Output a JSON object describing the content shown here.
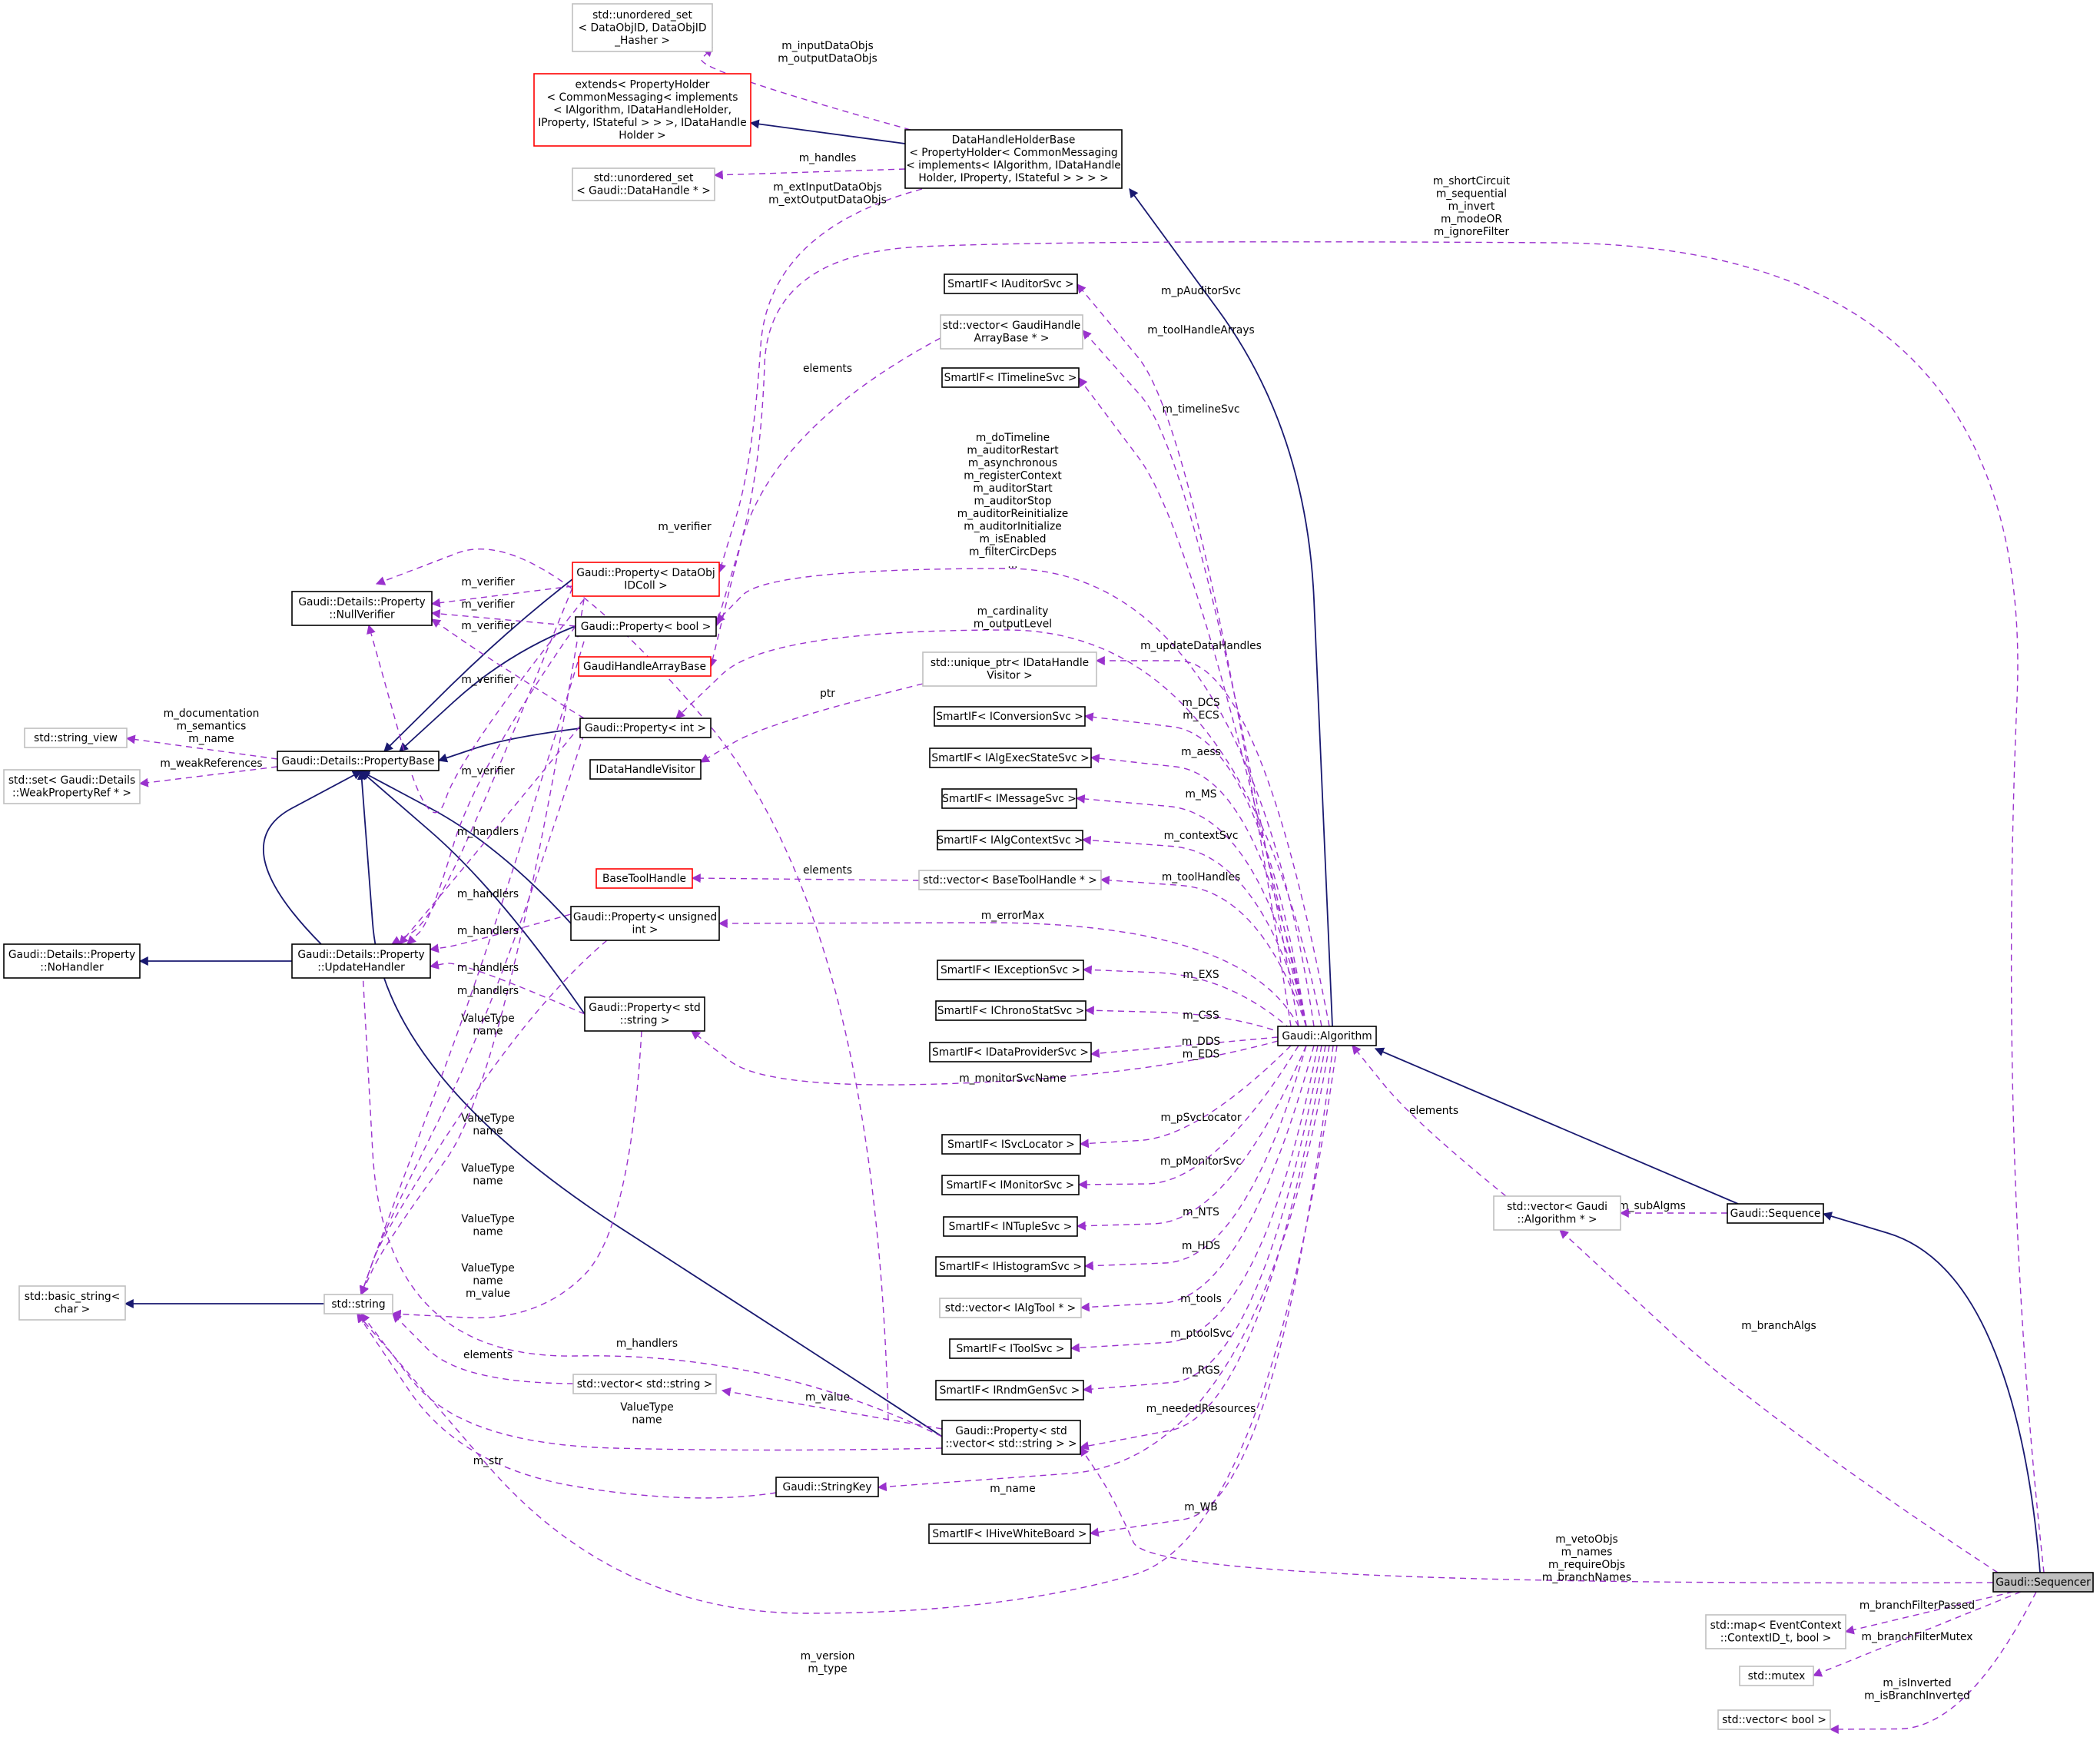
{
  "diagram": {
    "type": "doxygen-collaboration-graph",
    "colors": {
      "inheritance_edge": "#191970",
      "usage_edge": "#9a32cd",
      "node_border": "#000000",
      "external_node_border": "#bfbfbf",
      "truncated_node_border": "#ff0000",
      "highlight_fill": "#bfbfbf"
    },
    "nodes": [
      {
        "id": "sequencer",
        "style": "hl",
        "lines": [
          "Gaudi::Sequencer"
        ]
      },
      {
        "id": "sequence",
        "style": "normal",
        "lines": [
          "Gaudi::Sequence"
        ]
      },
      {
        "id": "algorithm",
        "style": "normal",
        "lines": [
          "Gaudi::Algorithm"
        ]
      },
      {
        "id": "dhhb",
        "style": "normal",
        "lines": [
          "DataHandleHolderBase",
          "< PropertyHolder< CommonMessaging",
          "< implements< IAlgorithm, IDataHandle",
          "Holder, IProperty, IStateful > > > >"
        ]
      },
      {
        "id": "extends",
        "style": "red",
        "lines": [
          "extends< PropertyHolder",
          "< CommonMessaging< implements",
          "< IAlgorithm, IDataHandleHolder,",
          "IProperty, IStateful > > >, IDataHandle",
          "Holder >"
        ]
      },
      {
        "id": "uset_dataobj",
        "style": "grey",
        "lines": [
          "std::unordered_set",
          "< DataObjID, DataObjID",
          "_Hasher >"
        ]
      },
      {
        "id": "uset_handle",
        "style": "grey",
        "lines": [
          "std::unordered_set",
          "< Gaudi::DataHandle * >"
        ]
      },
      {
        "id": "si_auditor",
        "style": "normal",
        "lines": [
          "SmartIF< IAuditorSvc >"
        ]
      },
      {
        "id": "vec_gha",
        "style": "grey",
        "lines": [
          "std::vector< GaudiHandle",
          "ArrayBase * >"
        ]
      },
      {
        "id": "si_timeline",
        "style": "normal",
        "lines": [
          "SmartIF< ITimelineSvc >"
        ]
      },
      {
        "id": "uptr_visitor",
        "style": "grey",
        "lines": [
          "std::unique_ptr< IDataHandle",
          "Visitor >"
        ]
      },
      {
        "id": "si_conversion",
        "style": "normal",
        "lines": [
          "SmartIF< IConversionSvc >"
        ]
      },
      {
        "id": "si_algexec",
        "style": "normal",
        "lines": [
          "SmartIF< IAlgExecStateSvc >"
        ]
      },
      {
        "id": "si_message",
        "style": "normal",
        "lines": [
          "SmartIF< IMessageSvc >"
        ]
      },
      {
        "id": "si_algcontext",
        "style": "normal",
        "lines": [
          "SmartIF< IAlgContextSvc >"
        ]
      },
      {
        "id": "vec_bth",
        "style": "grey",
        "lines": [
          "std::vector< BaseToolHandle * >"
        ]
      },
      {
        "id": "si_exception",
        "style": "normal",
        "lines": [
          "SmartIF< IExceptionSvc >"
        ]
      },
      {
        "id": "si_chrono",
        "style": "normal",
        "lines": [
          "SmartIF< IChronoStatSvc >"
        ]
      },
      {
        "id": "si_dataprov",
        "style": "normal",
        "lines": [
          "SmartIF< IDataProviderSvc >"
        ]
      },
      {
        "id": "si_svcloc",
        "style": "normal",
        "lines": [
          "SmartIF< ISvcLocator >"
        ]
      },
      {
        "id": "si_monitor",
        "style": "normal",
        "lines": [
          "SmartIF< IMonitorSvc >"
        ]
      },
      {
        "id": "si_ntuple",
        "style": "normal",
        "lines": [
          "SmartIF< INTupleSvc >"
        ]
      },
      {
        "id": "si_histogram",
        "style": "normal",
        "lines": [
          "SmartIF< IHistogramSvc >"
        ]
      },
      {
        "id": "vec_algtool",
        "style": "grey",
        "lines": [
          "std::vector< IAlgTool * >"
        ]
      },
      {
        "id": "si_toolsvc",
        "style": "normal",
        "lines": [
          "SmartIF< IToolSvc >"
        ]
      },
      {
        "id": "si_rndm",
        "style": "normal",
        "lines": [
          "SmartIF< IRndmGenSvc >"
        ]
      },
      {
        "id": "prop_vecstr",
        "style": "normal",
        "lines": [
          "Gaudi::Property< std",
          "::vector< std::string > >"
        ]
      },
      {
        "id": "stringkey",
        "style": "normal",
        "lines": [
          "Gaudi::StringKey"
        ]
      },
      {
        "id": "si_hivewb",
        "style": "normal",
        "lines": [
          "SmartIF< IHiveWhiteBoard >"
        ]
      },
      {
        "id": "vec_alg",
        "style": "grey",
        "lines": [
          "std::vector< Gaudi",
          "::Algorithm * >"
        ]
      },
      {
        "id": "map_ctx",
        "style": "grey",
        "lines": [
          "std::map< EventContext",
          "::ContextID_t, bool >"
        ]
      },
      {
        "id": "mutex",
        "style": "grey",
        "lines": [
          "std::mutex"
        ]
      },
      {
        "id": "vec_bool",
        "style": "grey",
        "lines": [
          "std::vector< bool >"
        ]
      },
      {
        "id": "prop_dataobj",
        "style": "red",
        "lines": [
          "Gaudi::Property< DataObj",
          "IDColl >"
        ]
      },
      {
        "id": "prop_bool",
        "style": "normal",
        "lines": [
          "Gaudi::Property< bool >"
        ]
      },
      {
        "id": "gha_base",
        "style": "red",
        "lines": [
          "GaudiHandleArrayBase"
        ]
      },
      {
        "id": "prop_int",
        "style": "normal",
        "lines": [
          "Gaudi::Property< int >"
        ]
      },
      {
        "id": "idhvisitor",
        "style": "normal",
        "lines": [
          "IDataHandleVisitor"
        ]
      },
      {
        "id": "basetoolhandle",
        "style": "red",
        "lines": [
          "BaseToolHandle"
        ]
      },
      {
        "id": "prop_uint",
        "style": "normal",
        "lines": [
          "Gaudi::Property< unsigned",
          "int >"
        ]
      },
      {
        "id": "prop_str",
        "style": "normal",
        "lines": [
          "Gaudi::Property< std",
          "::string >"
        ]
      },
      {
        "id": "vec_string",
        "style": "grey",
        "lines": [
          "std::vector< std::string >"
        ]
      },
      {
        "id": "nullverifier",
        "style": "normal",
        "lines": [
          "Gaudi::Details::Property",
          "::NullVerifier"
        ]
      },
      {
        "id": "propbase",
        "style": "normal",
        "lines": [
          "Gaudi::Details::PropertyBase"
        ]
      },
      {
        "id": "string_view",
        "style": "grey",
        "lines": [
          "std::string_view"
        ]
      },
      {
        "id": "set_weak",
        "style": "grey",
        "lines": [
          "std::set< Gaudi::Details",
          "::WeakPropertyRef * >"
        ]
      },
      {
        "id": "nohandler",
        "style": "normal",
        "lines": [
          "Gaudi::Details::Property",
          "::NoHandler"
        ]
      },
      {
        "id": "updatehandler",
        "style": "normal",
        "lines": [
          "Gaudi::Details::Property",
          "::UpdateHandler"
        ]
      },
      {
        "id": "std_string",
        "style": "grey",
        "lines": [
          "std::string"
        ]
      },
      {
        "id": "basic_string",
        "style": "grey",
        "lines": [
          "std::basic_string<",
          "char >"
        ]
      }
    ],
    "edge_labels": [
      {
        "id": "l_inout",
        "lines": [
          "m_inputDataObjs",
          "m_outputDataObjs"
        ]
      },
      {
        "id": "l_handles",
        "lines": [
          "m_handles"
        ]
      },
      {
        "id": "l_extio",
        "lines": [
          "m_extInputDataObjs",
          "m_extOutputDataObjs"
        ]
      },
      {
        "id": "l_seqflags",
        "lines": [
          "m_shortCircuit",
          "m_sequential",
          "m_invert",
          "m_modeOR",
          "m_ignoreFilter"
        ]
      },
      {
        "id": "l_paud",
        "lines": [
          "m_pAuditorSvc"
        ]
      },
      {
        "id": "l_tha",
        "lines": [
          "m_toolHandleArrays"
        ]
      },
      {
        "id": "l_elem1",
        "lines": [
          "elements"
        ]
      },
      {
        "id": "l_timeline",
        "lines": [
          "m_timelineSvc"
        ]
      },
      {
        "id": "l_boolflags",
        "lines": [
          "m_doTimeline",
          "m_auditorRestart",
          "m_asynchronous",
          "m_registerContext",
          "m_auditorStart",
          "m_auditorStop",
          "m_auditorReinitialize",
          "m_auditorInitialize",
          "m_isEnabled",
          "m_filterCircDeps",
          "..."
        ]
      },
      {
        "id": "l_verifier_top",
        "lines": [
          "m_verifier"
        ]
      },
      {
        "id": "l_card",
        "lines": [
          "m_cardinality",
          "m_outputLevel"
        ]
      },
      {
        "id": "l_udh",
        "lines": [
          "m_updateDataHandles"
        ]
      },
      {
        "id": "l_ptr",
        "lines": [
          "ptr"
        ]
      },
      {
        "id": "l_dcs",
        "lines": [
          "m_DCS",
          "m_ECS"
        ]
      },
      {
        "id": "l_aess",
        "lines": [
          "m_aess"
        ]
      },
      {
        "id": "l_ms",
        "lines": [
          "m_MS"
        ]
      },
      {
        "id": "l_ctx",
        "lines": [
          "m_contextSvc"
        ]
      },
      {
        "id": "l_elem2",
        "lines": [
          "elements"
        ]
      },
      {
        "id": "l_toolh",
        "lines": [
          "m_toolHandles"
        ]
      },
      {
        "id": "l_errmax",
        "lines": [
          "m_errorMax"
        ]
      },
      {
        "id": "l_exs",
        "lines": [
          "m_EXS"
        ]
      },
      {
        "id": "l_css",
        "lines": [
          "m_CSS"
        ]
      },
      {
        "id": "l_dds",
        "lines": [
          "m_DDS",
          "m_EDS"
        ]
      },
      {
        "id": "l_monname",
        "lines": [
          "m_monitorSvcName"
        ]
      },
      {
        "id": "l_psvc",
        "lines": [
          "m_pSvcLocator"
        ]
      },
      {
        "id": "l_pmon",
        "lines": [
          "m_pMonitorSvc"
        ]
      },
      {
        "id": "l_nts",
        "lines": [
          "m_NTS"
        ]
      },
      {
        "id": "l_hds",
        "lines": [
          "m_HDS"
        ]
      },
      {
        "id": "l_tools",
        "lines": [
          "m_tools"
        ]
      },
      {
        "id": "l_ptool",
        "lines": [
          "m_ptoolSvc"
        ]
      },
      {
        "id": "l_rgs",
        "lines": [
          "m_RGS"
        ]
      },
      {
        "id": "l_needed",
        "lines": [
          "m_neededResources"
        ]
      },
      {
        "id": "l_name",
        "lines": [
          "m_name"
        ]
      },
      {
        "id": "l_wb",
        "lines": [
          "m_WB"
        ]
      },
      {
        "id": "l_elem3",
        "lines": [
          "elements"
        ]
      },
      {
        "id": "l_subalgs",
        "lines": [
          "m_subAlgms"
        ]
      },
      {
        "id": "l_branchalgs",
        "lines": [
          "m_branchAlgs"
        ]
      },
      {
        "id": "l_veto",
        "lines": [
          "m_vetoObjs",
          "m_names",
          "m_requireObjs",
          "m_branchNames"
        ]
      },
      {
        "id": "l_bfp",
        "lines": [
          "m_branchFilterPassed"
        ]
      },
      {
        "id": "l_bfm",
        "lines": [
          "m_branchFilterMutex"
        ]
      },
      {
        "id": "l_inv",
        "lines": [
          "m_isInverted",
          "m_isBranchInverted"
        ]
      },
      {
        "id": "l_vt1",
        "lines": [
          "m_verifier"
        ]
      },
      {
        "id": "l_vt2",
        "lines": [
          "m_verifier"
        ]
      },
      {
        "id": "l_vt3",
        "lines": [
          "m_verifier"
        ]
      },
      {
        "id": "l_vt4",
        "lines": [
          "m_verifier"
        ]
      },
      {
        "id": "l_vt5",
        "lines": [
          "m_verifier"
        ]
      },
      {
        "id": "l_doc",
        "lines": [
          "m_documentation",
          "m_semantics",
          "m_name"
        ]
      },
      {
        "id": "l_weak",
        "lines": [
          "m_weakReferences"
        ]
      },
      {
        "id": "l_h1",
        "lines": [
          "m_handlers"
        ]
      },
      {
        "id": "l_h2",
        "lines": [
          "m_handlers"
        ]
      },
      {
        "id": "l_h3",
        "lines": [
          "m_handlers"
        ]
      },
      {
        "id": "l_h4",
        "lines": [
          "m_handlers"
        ]
      },
      {
        "id": "l_h5",
        "lines": [
          "m_handlers"
        ]
      },
      {
        "id": "l_vtn1",
        "lines": [
          "ValueType",
          "name"
        ]
      },
      {
        "id": "l_vtn2",
        "lines": [
          "ValueType",
          "name"
        ]
      },
      {
        "id": "l_vtn3",
        "lines": [
          "ValueType",
          "name"
        ]
      },
      {
        "id": "l_vtn4",
        "lines": [
          "ValueType",
          "name"
        ]
      },
      {
        "id": "l_vtn5",
        "lines": [
          "ValueType",
          "name",
          "m_value"
        ]
      },
      {
        "id": "l_h6",
        "lines": [
          "m_handlers"
        ]
      },
      {
        "id": "l_elem4",
        "lines": [
          "elements"
        ]
      },
      {
        "id": "l_value",
        "lines": [
          "m_value"
        ]
      },
      {
        "id": "l_vtn6",
        "lines": [
          "ValueType",
          "name"
        ]
      },
      {
        "id": "l_str",
        "lines": [
          "m_str"
        ]
      },
      {
        "id": "l_version",
        "lines": [
          "m_version",
          "m_type"
        ]
      }
    ]
  }
}
